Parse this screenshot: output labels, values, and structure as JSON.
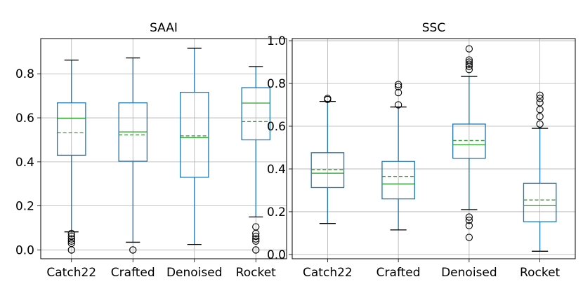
{
  "chart_data": [
    {
      "type": "box",
      "title": "SAAI",
      "categories": [
        "Catch22",
        "Crafted",
        "Denoised",
        "Rocket"
      ],
      "ylim": [
        -0.04,
        0.96
      ],
      "yticks": [
        0.0,
        0.2,
        0.4,
        0.6,
        0.8
      ],
      "grid": true,
      "boxes": [
        {
          "whislo": 0.082,
          "q1": 0.43,
          "med": 0.598,
          "mean": 0.532,
          "q3": 0.668,
          "whishi": 0.862,
          "fliers": [
            0.075,
            0.062,
            0.05,
            0.04,
            0.03,
            0.0
          ]
        },
        {
          "whislo": 0.035,
          "q1": 0.403,
          "med": 0.536,
          "mean": 0.523,
          "q3": 0.668,
          "whishi": 0.872,
          "fliers": [
            0.0
          ]
        },
        {
          "whislo": 0.025,
          "q1": 0.33,
          "med": 0.51,
          "mean": 0.518,
          "q3": 0.716,
          "whishi": 0.916,
          "fliers": []
        },
        {
          "whislo": 0.15,
          "q1": 0.5,
          "med": 0.667,
          "mean": 0.583,
          "q3": 0.737,
          "whishi": 0.833,
          "fliers": [
            0.105,
            0.075,
            0.062,
            0.05,
            0.04,
            0.0
          ]
        }
      ]
    },
    {
      "type": "box",
      "title": "SSC",
      "categories": [
        "Catch22",
        "Crafted",
        "Denoised",
        "Rocket"
      ],
      "ylim": [
        -0.02,
        1.01
      ],
      "yticks": [
        0.0,
        0.2,
        0.4,
        0.6,
        0.8,
        1.0
      ],
      "grid": true,
      "boxes": [
        {
          "whislo": 0.145,
          "q1": 0.313,
          "med": 0.38,
          "mean": 0.397,
          "q3": 0.476,
          "whishi": 0.716,
          "fliers": [
            0.73,
            0.725
          ]
        },
        {
          "whislo": 0.115,
          "q1": 0.26,
          "med": 0.33,
          "mean": 0.365,
          "q3": 0.435,
          "whishi": 0.69,
          "fliers": [
            0.7,
            0.757,
            0.785,
            0.795
          ]
        },
        {
          "whislo": 0.21,
          "q1": 0.45,
          "med": 0.513,
          "mean": 0.533,
          "q3": 0.61,
          "whishi": 0.833,
          "fliers": [
            0.175,
            0.16,
            0.135,
            0.08,
            0.865,
            0.88,
            0.89,
            0.9,
            0.91,
            0.962
          ]
        },
        {
          "whislo": 0.015,
          "q1": 0.153,
          "med": 0.228,
          "mean": 0.255,
          "q3": 0.333,
          "whishi": 0.59,
          "fliers": [
            0.61,
            0.645,
            0.678,
            0.71,
            0.73,
            0.745
          ]
        }
      ]
    }
  ]
}
